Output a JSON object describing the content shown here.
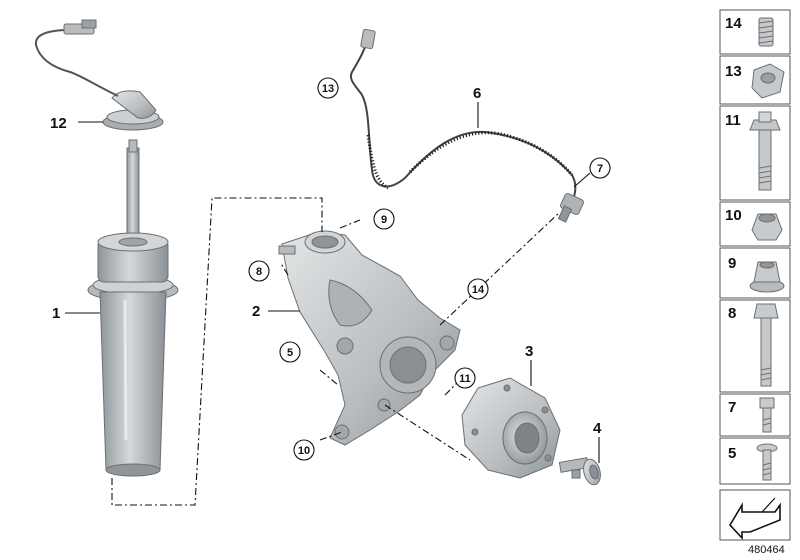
{
  "diagram": {
    "callouts": [
      {
        "id": "c1",
        "label": "1"
      },
      {
        "id": "c2",
        "label": "2"
      },
      {
        "id": "c3",
        "label": "3"
      },
      {
        "id": "c4",
        "label": "4"
      },
      {
        "id": "c5",
        "label": "5"
      },
      {
        "id": "c6",
        "label": "6"
      },
      {
        "id": "c7",
        "label": "7"
      },
      {
        "id": "c8",
        "label": "8"
      },
      {
        "id": "c9",
        "label": "9"
      },
      {
        "id": "c10",
        "label": "10"
      },
      {
        "id": "c11",
        "label": "11"
      },
      {
        "id": "c12",
        "label": "12"
      },
      {
        "id": "c13",
        "label": "13"
      },
      {
        "id": "c14",
        "label": "14"
      }
    ],
    "legend": [
      {
        "id": "p14",
        "label": "14",
        "icon": "spring-insert-icon"
      },
      {
        "id": "p13",
        "label": "13",
        "icon": "cable-clip-icon"
      },
      {
        "id": "p11",
        "label": "11",
        "icon": "flange-bolt-icon"
      },
      {
        "id": "p10",
        "label": "10",
        "icon": "hex-nut-icon"
      },
      {
        "id": "p9",
        "label": "9",
        "icon": "flange-nut-icon"
      },
      {
        "id": "p8",
        "label": "8",
        "icon": "long-hex-bolt-icon"
      },
      {
        "id": "p7",
        "label": "7",
        "icon": "socket-screw-icon"
      },
      {
        "id": "p5",
        "label": "5",
        "icon": "torx-screw-icon"
      }
    ],
    "reference_number": "480464",
    "colors": {
      "part_fill": "#c9ccce",
      "part_shade": "#9aa0a4",
      "part_stroke": "#6b6f73",
      "line": "#111111"
    }
  }
}
